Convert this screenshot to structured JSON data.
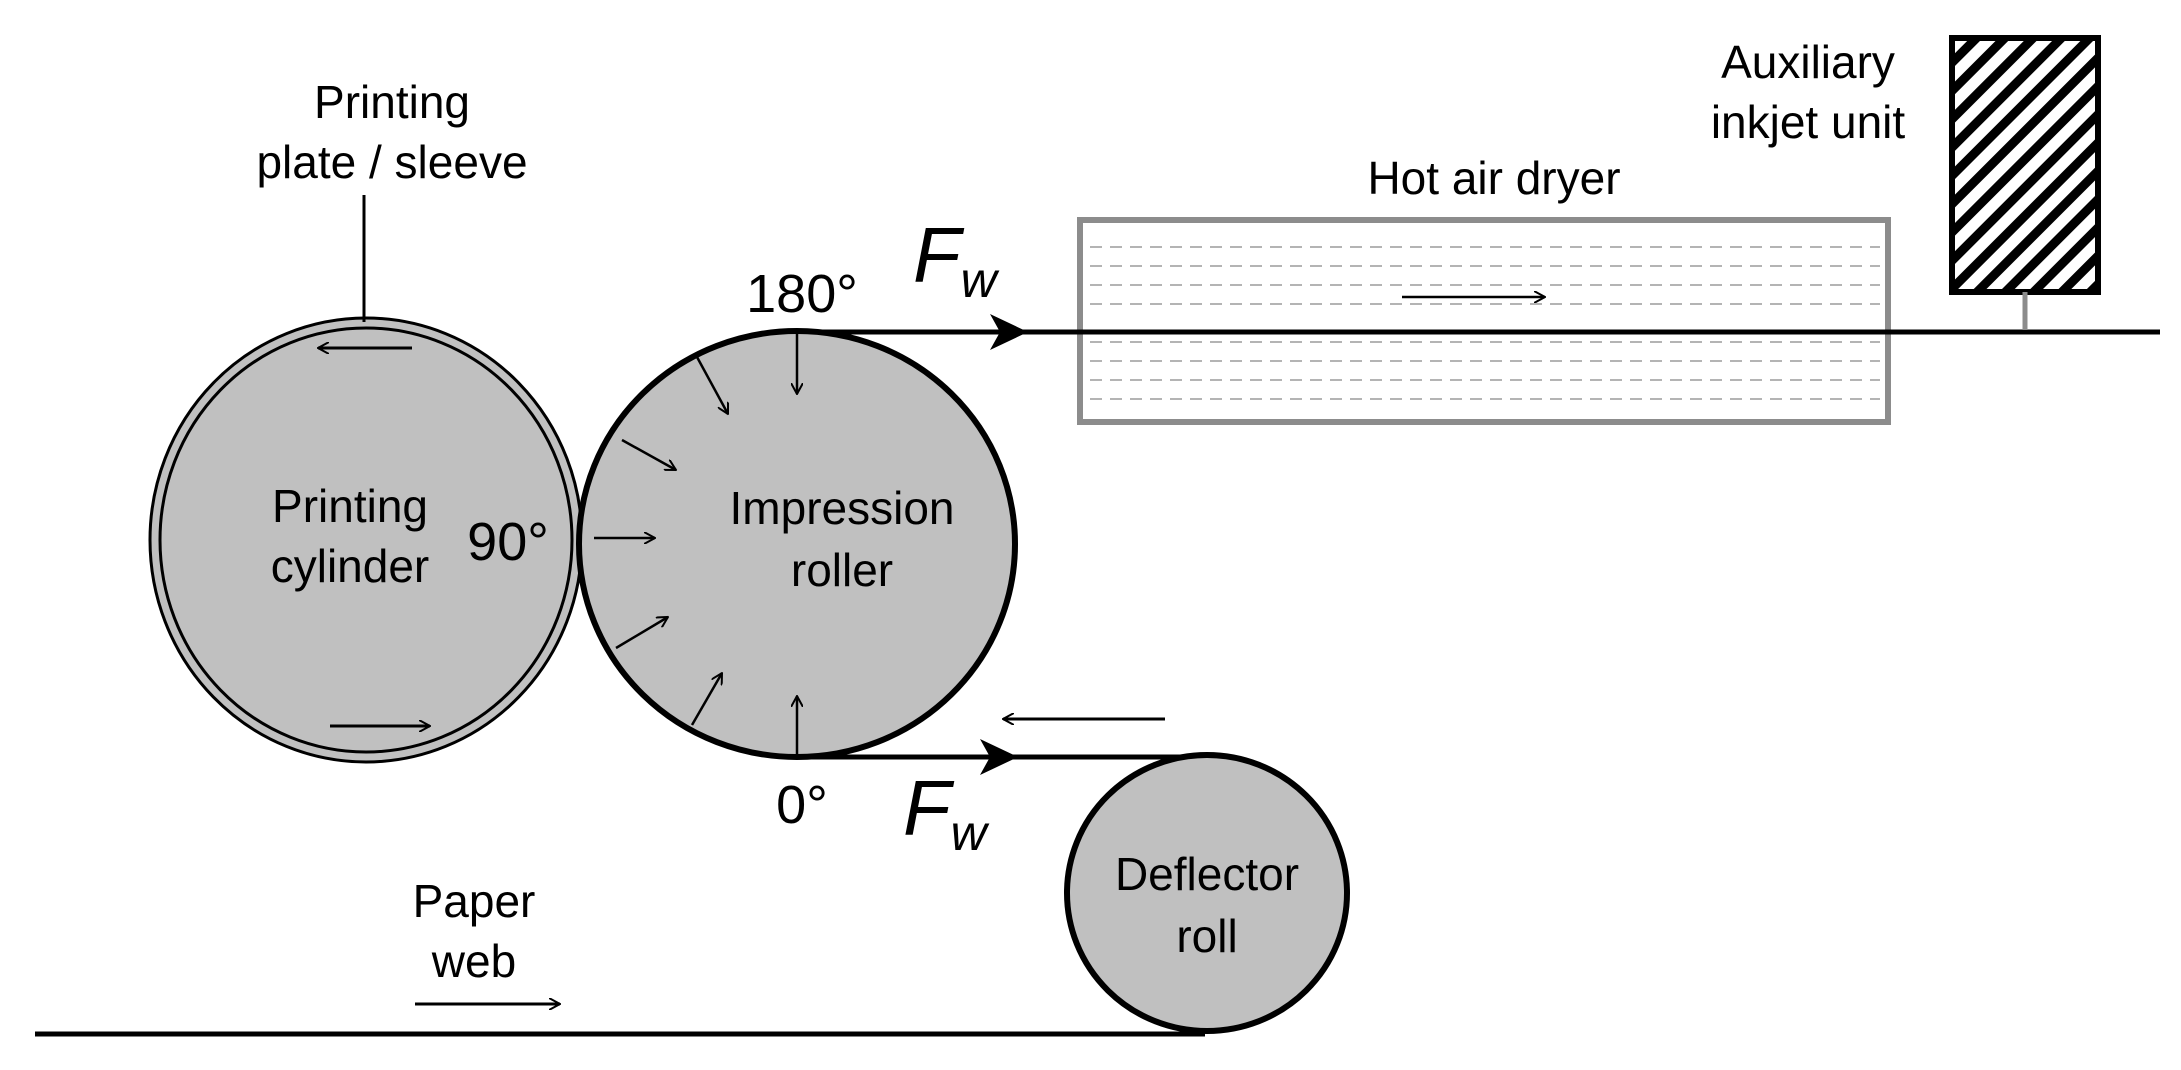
{
  "labels": {
    "printing_plate_line1": "Printing",
    "printing_plate_line2": "plate / sleeve",
    "printing_cylinder_line1": "Printing",
    "printing_cylinder_line2": "cylinder",
    "impression_roller_line1": "Impression",
    "impression_roller_line2": "roller",
    "deflector_roll_line1": "Deflector",
    "deflector_roll_line2": "roll",
    "hot_air_dryer": "Hot air dryer",
    "aux_inkjet_line1": "Auxiliary",
    "aux_inkjet_line2": "inkjet unit",
    "paper_web_line1": "Paper",
    "paper_web_line2": "web",
    "angle_90": "90°",
    "angle_180": "180°",
    "angle_0": "0°",
    "force_top_symbol": "F",
    "force_top_subscript": "w",
    "force_bottom_symbol": "F",
    "force_bottom_subscript": "w"
  },
  "colors": {
    "roller_fill": "#c0c0c0",
    "stroke": "#000000",
    "dryer_border": "#8c8c8c",
    "dryer_dash": "#b4b4b4"
  }
}
